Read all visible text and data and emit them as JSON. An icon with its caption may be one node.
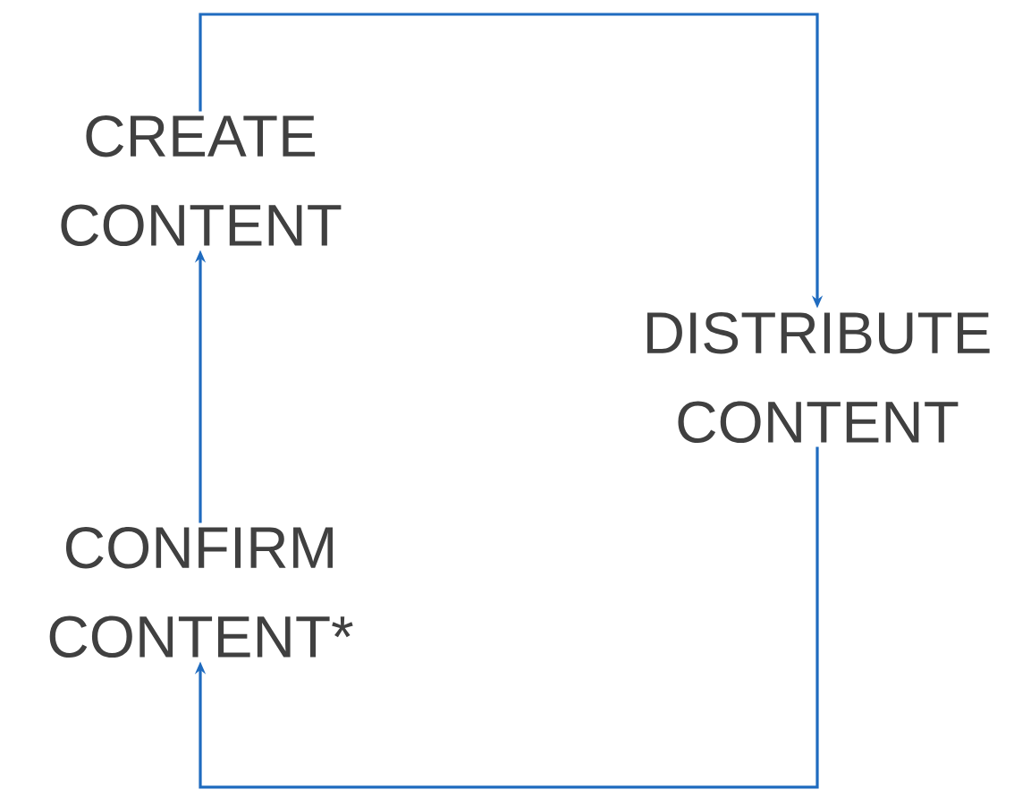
{
  "diagram": {
    "nodes": [
      {
        "text": [
          "CREATE CONTENT"
        ]
      },
      {
        "text": [
          "DISTRIBUTE CONTENT"
        ]
      },
      {
        "text": [
          "CONFIRM CONTENT*"
        ]
      }
    ],
    "edges": [
      {
        "from": 0,
        "to": 1,
        "arrow": "to"
      },
      {
        "from": 1,
        "to": 2,
        "arrow": "to"
      },
      {
        "from": 2,
        "to": 0,
        "arrow": "to"
      }
    ]
  }
}
